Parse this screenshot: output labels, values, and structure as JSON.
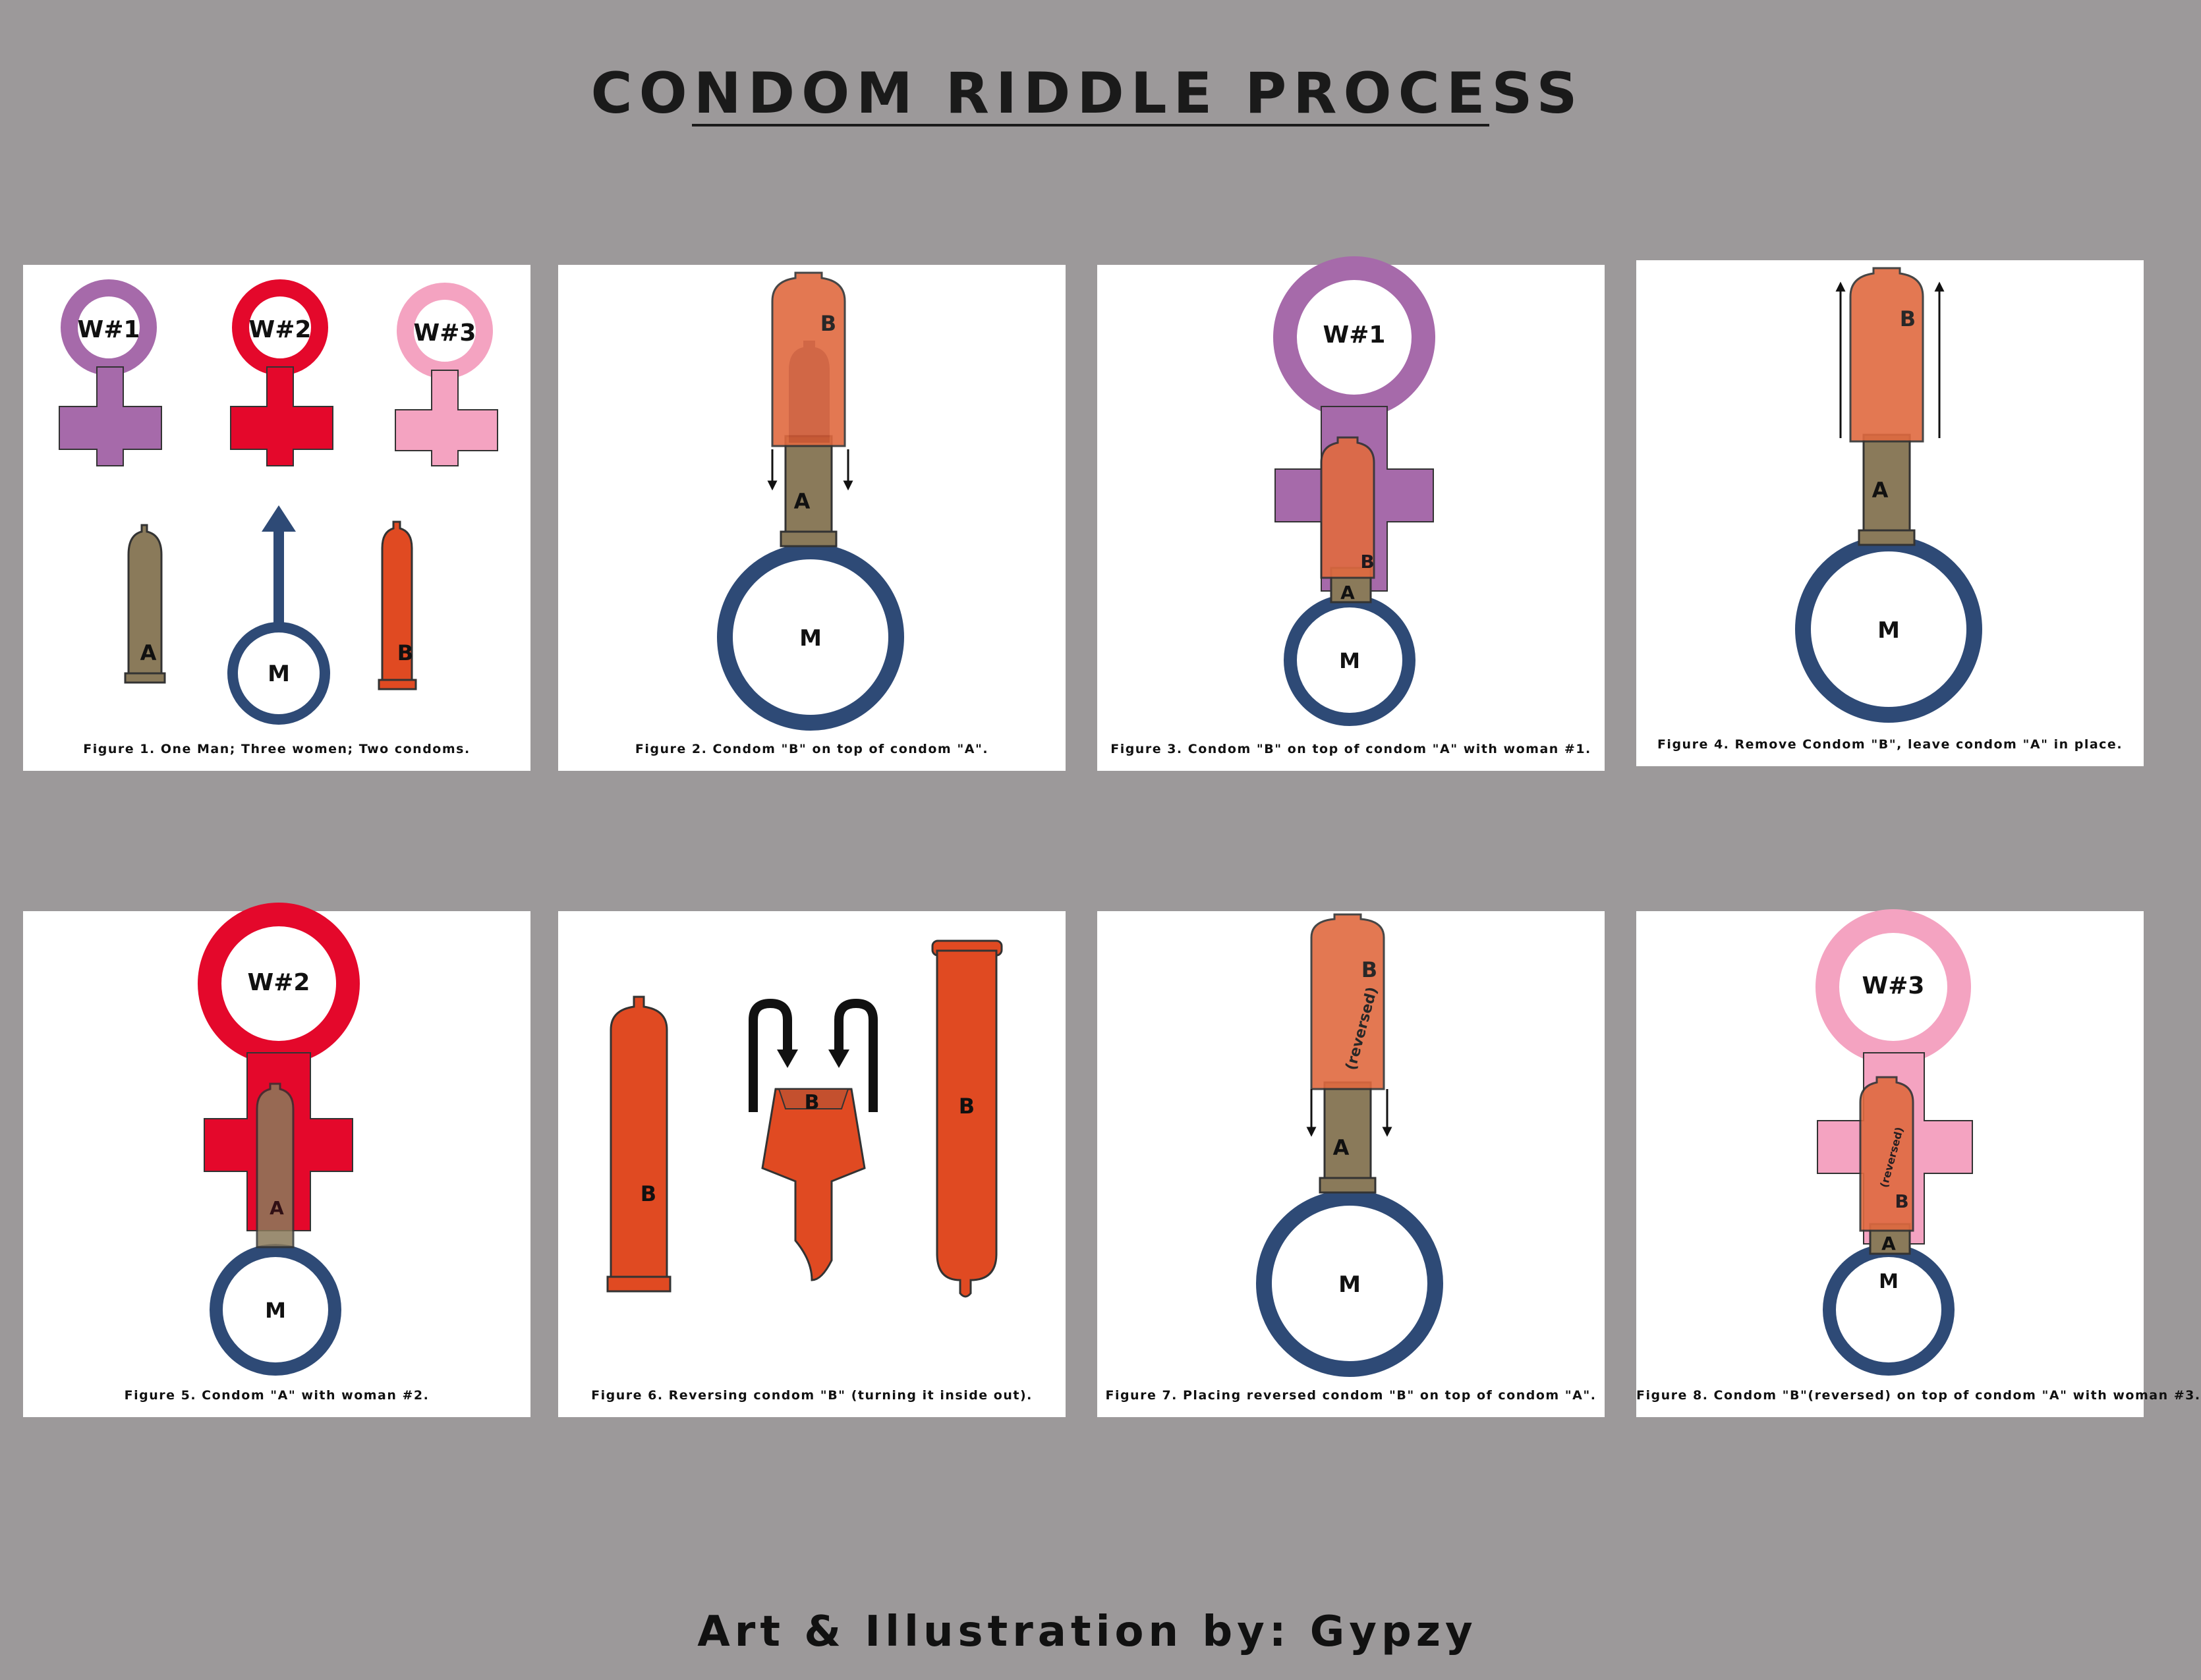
{
  "title": "CONDOM RIDDLE PROCESS",
  "credit": "Art & Illustration by: Gypzy",
  "colors": {
    "background": "#9c999a",
    "woman1": "#a66aaa",
    "woman2": "#e4082b",
    "woman3": "#f4a3c1",
    "man": "#2e4a76",
    "condom_a": "#8a7a5a",
    "condom_b": "#e04a22"
  },
  "labels": {
    "w1": "W#1",
    "w2": "W#2",
    "w3": "W#3",
    "m": "M",
    "a": "A",
    "b": "B",
    "reversed": "(reversed)"
  },
  "figures": [
    {
      "caption": "Figure 1.  One Man; Three women; Two condoms."
    },
    {
      "caption": "Figure 2.  Condom \"B\" on top of condom \"A\"."
    },
    {
      "caption": "Figure 3.  Condom \"B\" on top of condom \"A\" with woman #1."
    },
    {
      "caption": "Figure 4.  Remove Condom \"B\", leave condom \"A\" in place."
    },
    {
      "caption": "Figure 5.  Condom \"A\" with woman #2."
    },
    {
      "caption": "Figure 6.  Reversing condom \"B\" (turning it inside out)."
    },
    {
      "caption": "Figure 7. Placing reversed condom \"B\" on top of condom \"A\"."
    },
    {
      "caption": "Figure 8. Condom \"B\"(reversed) on top of condom \"A\" with woman #3."
    }
  ]
}
